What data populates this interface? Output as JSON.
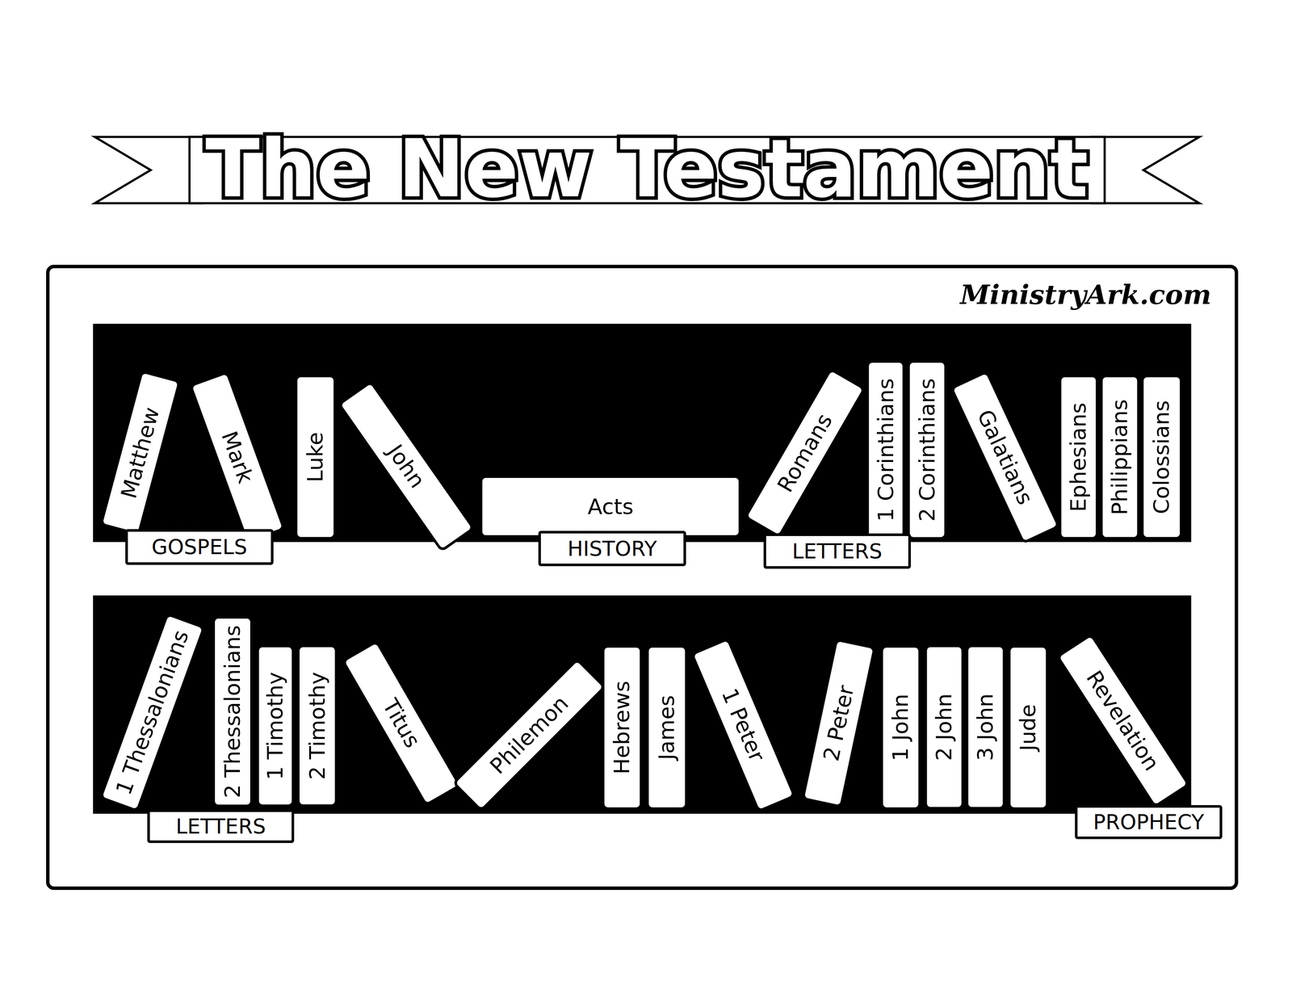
{
  "diagram": {
    "title": "The New Testament",
    "nodes": [
      {
        "text": [
          "Matthew"
        ]
      },
      {
        "text": [
          "Mark"
        ]
      },
      {
        "text": [
          "Luke"
        ]
      },
      {
        "text": [
          "John"
        ]
      },
      {
        "text": [
          "Acts"
        ]
      },
      {
        "text": [
          "Romans"
        ]
      },
      {
        "text": [
          "1 Corinthians"
        ]
      },
      {
        "text": [
          "2 Corinthians"
        ]
      },
      {
        "text": [
          "Galatians"
        ]
      },
      {
        "text": [
          "Ephesians"
        ]
      },
      {
        "text": [
          "Philippians"
        ]
      },
      {
        "text": [
          "Colossians"
        ]
      },
      {
        "text": [
          "GOSPELS"
        ]
      },
      {
        "text": [
          "HISTORY"
        ]
      },
      {
        "text": [
          "LETTERS"
        ]
      },
      {
        "text": [
          "1 Thessalonians"
        ]
      },
      {
        "text": [
          "2 Thessalonians"
        ]
      },
      {
        "text": [
          "1 Timothy"
        ]
      },
      {
        "text": [
          "2 Timothy"
        ]
      },
      {
        "text": [
          "Titus"
        ]
      },
      {
        "text": [
          "Philemon"
        ]
      },
      {
        "text": [
          "Hebrews"
        ]
      },
      {
        "text": [
          "James"
        ]
      },
      {
        "text": [
          "1 Peter"
        ]
      },
      {
        "text": [
          "2 Peter"
        ]
      },
      {
        "text": [
          "1 John"
        ]
      },
      {
        "text": [
          "2 John"
        ]
      },
      {
        "text": [
          "3 John"
        ]
      },
      {
        "text": [
          "Jude"
        ]
      },
      {
        "text": [
          "Revelation"
        ]
      },
      {
        "text": [
          "LETTERS"
        ]
      },
      {
        "text": [
          "PROPHECY"
        ]
      }
    ],
    "labels": [
      "MinistryArk.com"
    ]
  }
}
